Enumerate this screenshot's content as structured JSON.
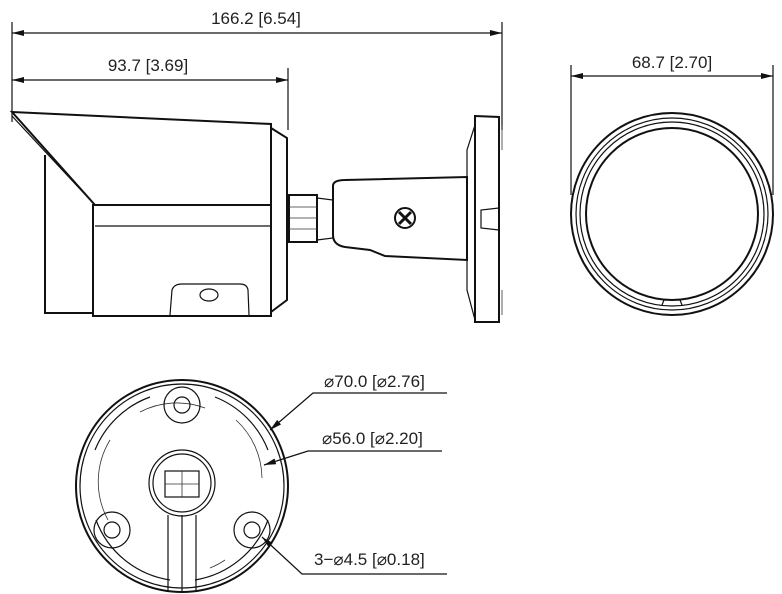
{
  "dimensions": {
    "overall_length": "166.2 [6.54]",
    "body_length": "93.7 [3.69]",
    "front_diameter": "68.7 [2.70]",
    "base_outer_diameter": "⌀70.0 [⌀2.76]",
    "base_inner_diameter": "⌀56.0 [⌀2.20]",
    "mount_holes": "3−⌀4.5 [⌀0.18]"
  }
}
